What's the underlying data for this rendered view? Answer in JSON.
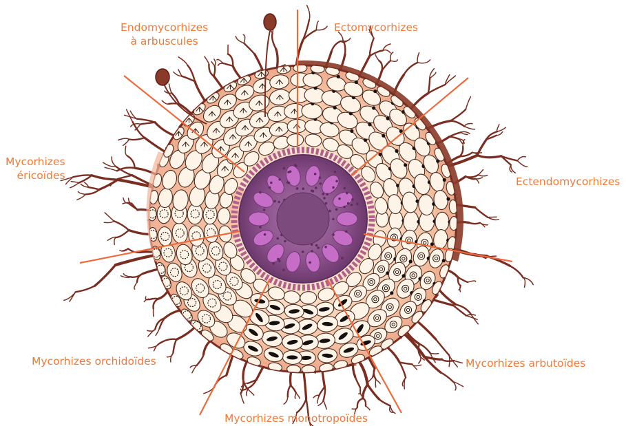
{
  "colors": {
    "label": "#f07a3a",
    "divider": "#ee6a3c",
    "hyphae": "#7a2e22",
    "cortex_outer": "#f3bfa3",
    "cortex_inner": "#fbe3cc",
    "stele": "#8a4e8a",
    "vessels": "#c66ec7"
  },
  "labels": {
    "endo_arbuscules": [
      "Endomycorhizes",
      "à arbuscules"
    ],
    "ecto": "Ectomycorhizes",
    "ericoides": [
      "Mycorhizes",
      "éricoïdes"
    ],
    "ectendo": "Ectendomycorhizes",
    "orchidoides": "Mycorhizes orchidoïdes",
    "arbutoides": "Mycorhizes arbutoïdes",
    "monotropoides": "Mycorhizes monotropoïdes"
  }
}
